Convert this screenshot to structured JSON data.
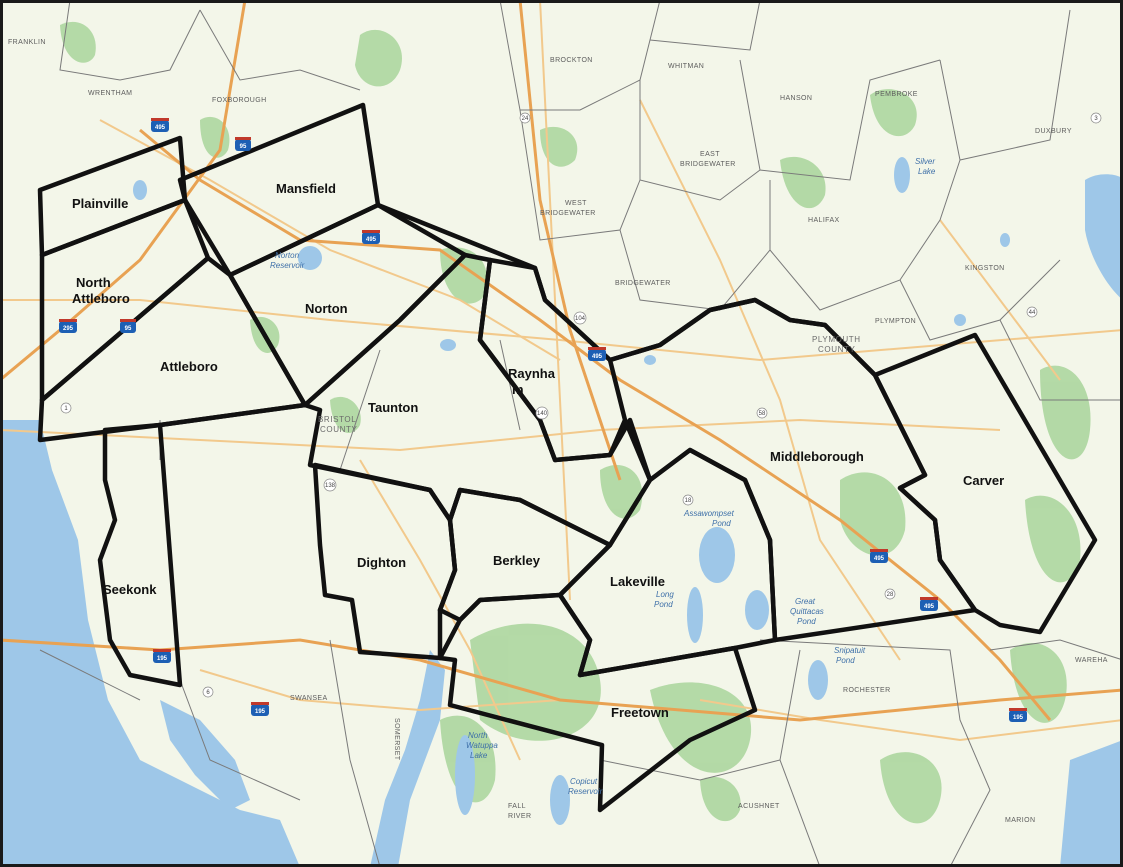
{
  "map": {
    "colors": {
      "land": "#f3f6e9",
      "forest": "#a8d59b",
      "water": "#9ec7e8",
      "roads": "#f2c98c",
      "highway": "#e8a253",
      "border": "#111111",
      "town_border": "#7a7a7a"
    },
    "bold_towns": [
      {
        "id": "plainville",
        "label": "Plainville"
      },
      {
        "id": "mansfield",
        "label": "Mansfield"
      },
      {
        "id": "north-attleboro",
        "label1": "North",
        "label2": "Attleboro"
      },
      {
        "id": "norton",
        "label": "Norton"
      },
      {
        "id": "attleboro",
        "label": "Attleboro"
      },
      {
        "id": "raynham",
        "label1": "Raynha",
        "label2": "m"
      },
      {
        "id": "taunton",
        "label": "Taunton"
      },
      {
        "id": "middleborough",
        "label": "Middleborough"
      },
      {
        "id": "carver",
        "label": "Carver"
      },
      {
        "id": "dighton",
        "label": "Dighton"
      },
      {
        "id": "berkley",
        "label": "Berkley"
      },
      {
        "id": "lakeville",
        "label": "Lakeville"
      },
      {
        "id": "seekonk",
        "label": "Seekonk"
      },
      {
        "id": "freetown",
        "label": "Freetown"
      }
    ],
    "small_towns": [
      {
        "id": "franklin",
        "label": "FRANKLIN"
      },
      {
        "id": "wrentham",
        "label": "WRENTHAM"
      },
      {
        "id": "foxborough",
        "label": "FOXBOROUGH"
      },
      {
        "id": "brockton",
        "label": "BROCKTON"
      },
      {
        "id": "whitman",
        "label": "WHITMAN"
      },
      {
        "id": "hanson",
        "label": "HANSON"
      },
      {
        "id": "pembroke",
        "label": "PEMBROKE"
      },
      {
        "id": "duxbury",
        "label": "DUXBURY"
      },
      {
        "id": "east-bridgewater",
        "label1": "EAST",
        "label2": "BRIDGEWATER"
      },
      {
        "id": "west-bridgewater",
        "label1": "WEST",
        "label2": "BRIDGEWATER"
      },
      {
        "id": "bridgewater",
        "label": "BRIDGEWATER"
      },
      {
        "id": "halifax",
        "label": "HALIFAX"
      },
      {
        "id": "kingston",
        "label": "KINGSTON"
      },
      {
        "id": "plympton",
        "label": "PLYMPTON"
      },
      {
        "id": "rochester",
        "label": "ROCHESTER"
      },
      {
        "id": "swansea",
        "label": "SWANSEA"
      },
      {
        "id": "fall-river",
        "label1": "FALL",
        "label2": "RIVER"
      },
      {
        "id": "acushnet",
        "label": "ACUSHNET"
      },
      {
        "id": "marion",
        "label": "MARION"
      },
      {
        "id": "wareham",
        "label": "WAREHA"
      },
      {
        "id": "somerset",
        "label": "SOMERSET"
      }
    ],
    "counties": [
      {
        "id": "bristol",
        "label1": "BRISTOL",
        "label2": "COUNTY"
      },
      {
        "id": "plymouth",
        "label1": "PLYMOUTH",
        "label2": "COUNTY"
      }
    ],
    "water_bodies": [
      {
        "id": "silver-lake",
        "label1": "Silver",
        "label2": "Lake"
      },
      {
        "id": "norton-reservoir",
        "label1": "Norton",
        "label2": "Reservoir"
      },
      {
        "id": "assawompset-pond",
        "label1": "Assawompset",
        "label2": "Pond"
      },
      {
        "id": "long-pond",
        "label1": "Long",
        "label2": "Pond"
      },
      {
        "id": "great-quittacas-pond",
        "label1": "Great",
        "label2": "Quittacas",
        "label3": "Pond"
      },
      {
        "id": "snipatuit-pond",
        "label1": "Snipatuit",
        "label2": "Pond"
      },
      {
        "id": "north-watuppa-lake",
        "label1": "North",
        "label2": "Watuppa",
        "label3": "Lake"
      },
      {
        "id": "copicut-reservoir",
        "label1": "Copicut",
        "label2": "Reservoir"
      }
    ],
    "highway_shields": [
      {
        "id": "i-495-north",
        "label": "495"
      },
      {
        "id": "i-95-foxborough",
        "label": "95"
      },
      {
        "id": "i-495-mansfield",
        "label": "495"
      },
      {
        "id": "i-295",
        "label": "295"
      },
      {
        "id": "i-95-attleboro",
        "label": "95"
      },
      {
        "id": "i-495-raynham",
        "label": "495"
      },
      {
        "id": "i-495-middleborough",
        "label": "495"
      },
      {
        "id": "i-495-carver",
        "label": "495"
      },
      {
        "id": "i-195",
        "label": "195"
      },
      {
        "id": "i-195-east",
        "label": "195"
      },
      {
        "id": "i-195-far-east",
        "label": "195"
      }
    ],
    "route_numbers": [
      {
        "id": "rt-24",
        "label": "24"
      },
      {
        "id": "rt-44",
        "label": "44"
      },
      {
        "id": "rt-58",
        "label": "58"
      },
      {
        "id": "rt-28",
        "label": "28"
      },
      {
        "id": "rt-18",
        "label": "18"
      },
      {
        "id": "rt-1",
        "label": "1"
      },
      {
        "id": "rt-6",
        "label": "6"
      },
      {
        "id": "rt-3",
        "label": "3"
      },
      {
        "id": "rt-104",
        "label": "104"
      },
      {
        "id": "rt-138",
        "label": "138"
      },
      {
        "id": "rt-140",
        "label": "140"
      }
    ]
  }
}
